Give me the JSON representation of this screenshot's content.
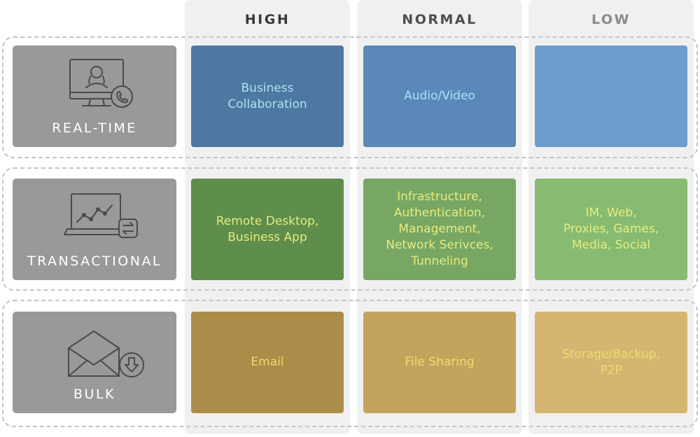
{
  "columns": [
    "HIGH",
    "NORMAL",
    "LOW"
  ],
  "rows": [
    {
      "label": "REAL-TIME",
      "icon": "monitor-person-phone-icon"
    },
    {
      "label": "TRANSACTIONAL",
      "icon": "laptop-chart-sync-icon"
    },
    {
      "label": "BULK",
      "icon": "envelope-download-icon"
    }
  ],
  "cells": [
    [
      "Business\nCollaboration",
      "Audio/Video",
      ""
    ],
    [
      "Remote Desktop,\nBusiness App",
      "Infrastructure,\nAuthentication,\nManagement,\nNetwork Serivces,\nTunneling",
      "IM, Web,\nProxies, Games,\nMedia, Social"
    ],
    [
      "Email",
      "File Sharing",
      "Storage/Backup,\nP2P"
    ]
  ],
  "colors": {
    "row_label_bg": "#999999",
    "header_text": [
      "#3a3a3a",
      "#4e4e4e",
      "#8a8a8a"
    ],
    "cell_bg": [
      [
        "#4e77a2",
        "#5a88b9",
        "#6d9dcc"
      ],
      [
        "#5e8d4c",
        "#77a763",
        "#87bb71"
      ],
      [
        "#ab8c49",
        "#c4a35d",
        "#d4b671"
      ]
    ],
    "cell_text": [
      "#a9e3f4",
      "#e8ec7c",
      "#eedb72"
    ]
  }
}
